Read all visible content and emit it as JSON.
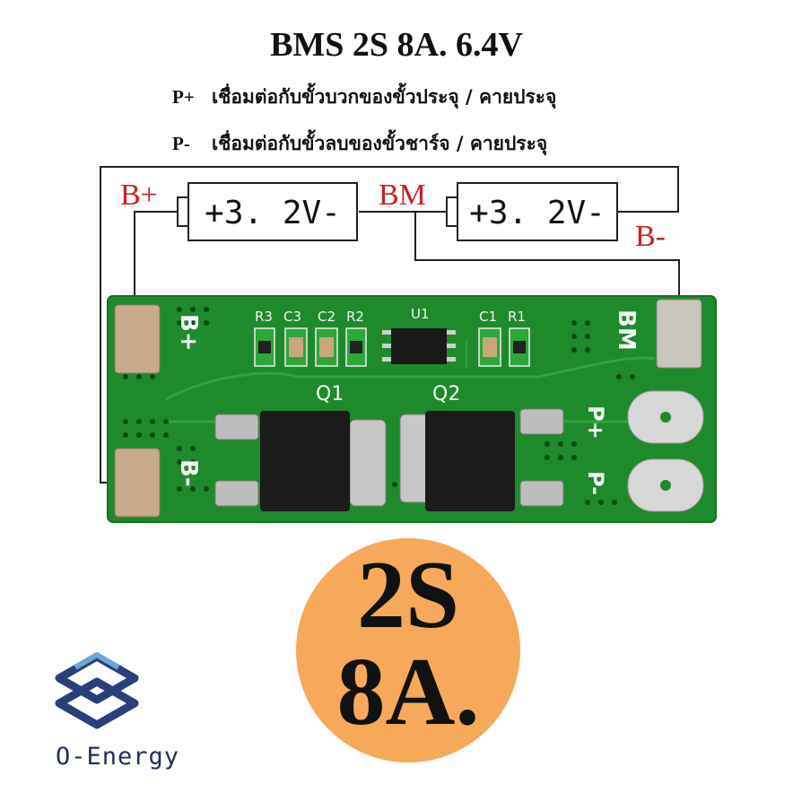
{
  "header": {
    "title": "BMS 2S 8A. 6.4V",
    "lines": [
      {
        "key": "P+",
        "text": "เชื่อมต่อกับขั้วบวกของขั้วประจุ / คายประจุ"
      },
      {
        "key": "P-",
        "text": "เชื่อมต่อกับขั้วลบของขั้วชาร์จ / คายประจุ"
      }
    ]
  },
  "diagram": {
    "cell1": "+3. 2V-",
    "cell2": "+3. 2V-",
    "label_bplus": "B+",
    "label_bm": "BM",
    "label_bminus": "B-",
    "label_color": "#cc1f1f"
  },
  "board": {
    "pad_bplus": "B+",
    "pad_bminus": "B-",
    "pad_bm": "BM",
    "pad_pplus": "P+",
    "pad_pminus": "P-",
    "components": [
      "R3",
      "C3",
      "C2",
      "R2",
      "U1",
      "C1",
      "R1"
    ],
    "mosfets": [
      "Q1",
      "Q2"
    ],
    "pcb_color": "#1f8a2c"
  },
  "badge": {
    "line1": "2S",
    "line2": "8A.",
    "color": "#f6a95a"
  },
  "brand": {
    "name": "O-Energy",
    "logo": "stacked-cube-logo"
  }
}
